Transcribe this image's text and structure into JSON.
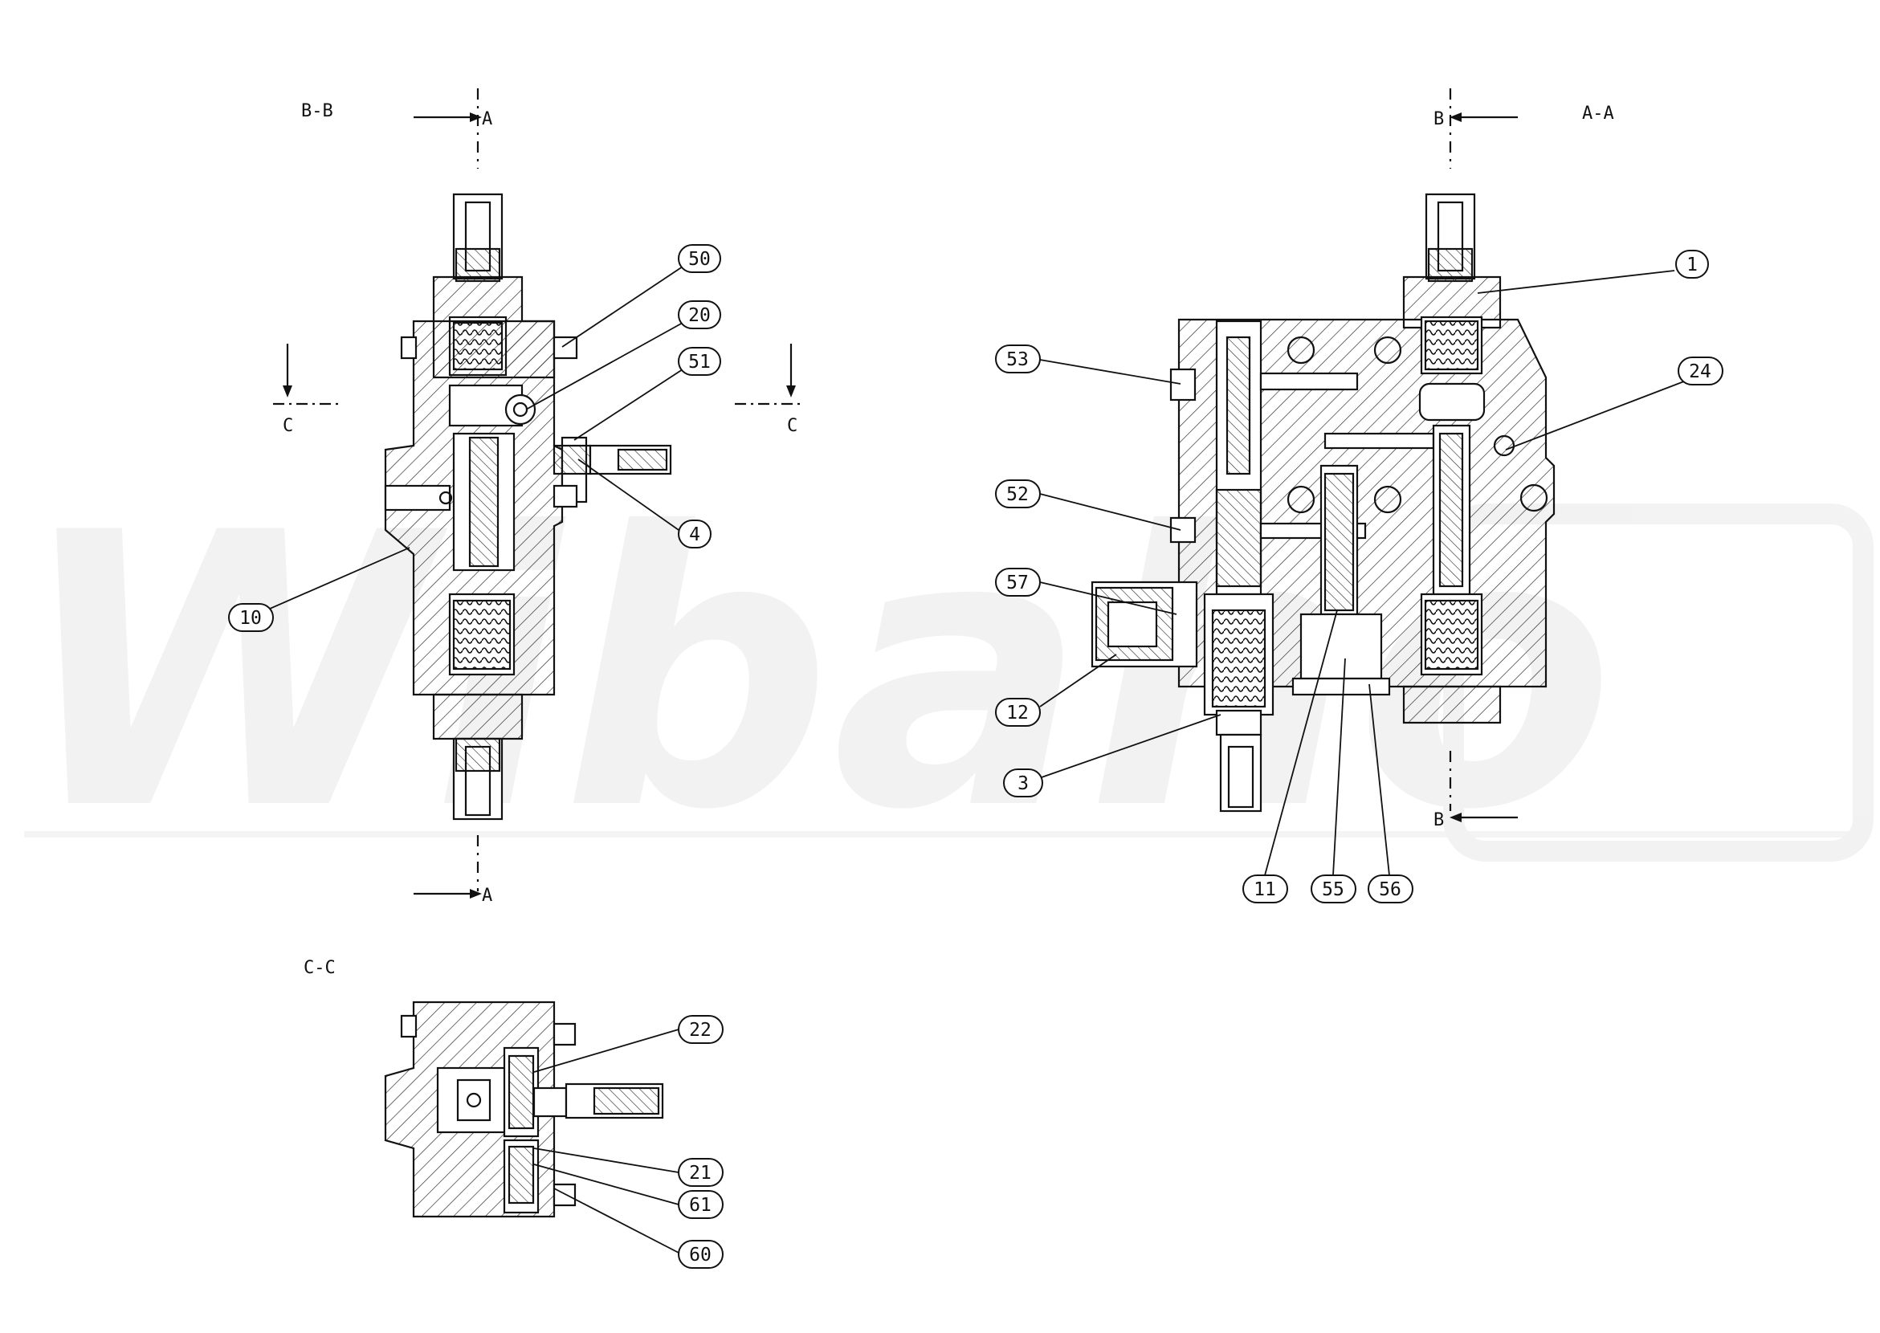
{
  "watermark": {
    "text": "Wibaho"
  },
  "views": {
    "bb": {
      "label": "B-B"
    },
    "aa": {
      "label": "A-A"
    },
    "cc": {
      "label": "C-C"
    }
  },
  "section_marks": {
    "a": "A",
    "b": "B",
    "c": "C"
  },
  "parts": {
    "p1": "1",
    "p3": "3",
    "p4": "4",
    "p10": "10",
    "p11": "11",
    "p12": "12",
    "p20": "20",
    "p21": "21",
    "p22": "22",
    "p24": "24",
    "p50": "50",
    "p51": "51",
    "p52": "52",
    "p53": "53",
    "p55": "55",
    "p56": "56",
    "p57": "57",
    "p60": "60",
    "p61": "61"
  }
}
